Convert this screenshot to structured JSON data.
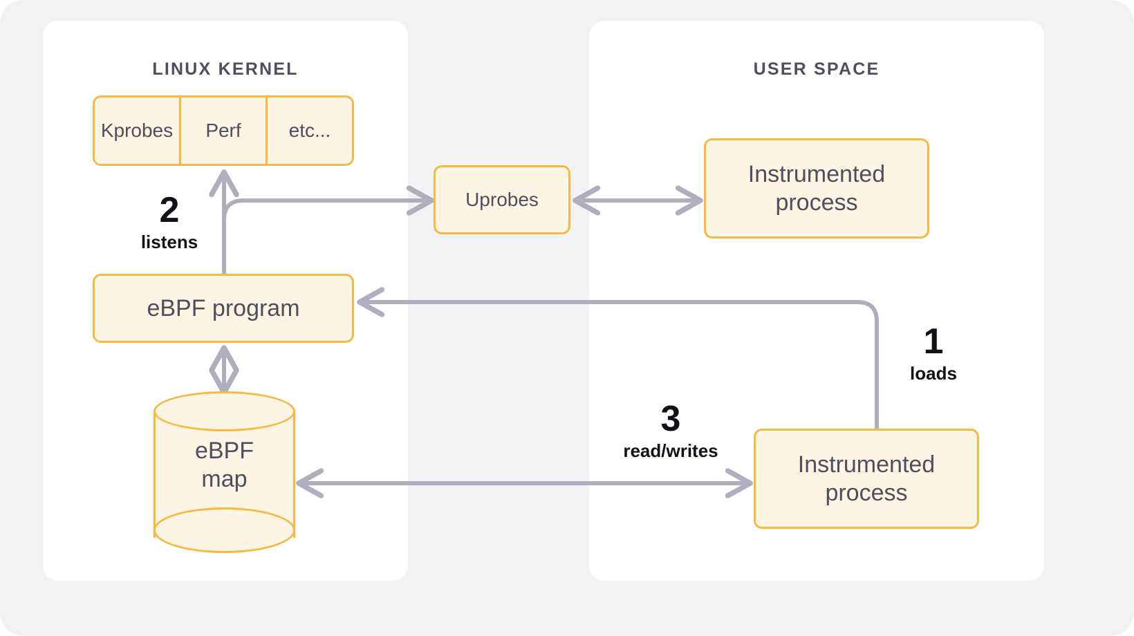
{
  "diagram": {
    "title_kernel": "LINUX KERNEL",
    "title_user": "USER SPACE",
    "colors": {
      "canvas_bg": "#f1f2f4",
      "panel_bg": "#ffffff",
      "node_fill": "#fdf5e3",
      "node_border": "#f5b944",
      "node_text": "#4e4e61",
      "arrow": "#aeaebe",
      "step_text": "#111118"
    }
  },
  "nodes": {
    "probes": {
      "cells": [
        {
          "label": "Kprobes"
        },
        {
          "label": "Perf"
        },
        {
          "label": "etc..."
        }
      ]
    },
    "uprobes": {
      "label": "Uprobes"
    },
    "ebpf_program": {
      "label": "eBPF program"
    },
    "ebpf_map": {
      "line1": "eBPF",
      "line2": "map"
    },
    "process_top": {
      "line1": "Instrumented",
      "line2": "process"
    },
    "process_bottom": {
      "line1": "Instrumented",
      "line2": "process"
    }
  },
  "steps": [
    {
      "number": "1",
      "caption": "loads"
    },
    {
      "number": "2",
      "caption": "listens"
    },
    {
      "number": "3",
      "caption": "read/writes"
    }
  ],
  "edges": [
    {
      "from": "ebpf-program",
      "to": "probes",
      "kind": "arrow-up",
      "step": "2"
    },
    {
      "from": "uprobes",
      "to": "ebpf-program-branch",
      "kind": "elbow-arrow",
      "step": "2"
    },
    {
      "from": "process-top",
      "to": "uprobes",
      "kind": "double-arrow"
    },
    {
      "from": "process-bottom",
      "to": "ebpf-program",
      "kind": "elbow-arrow",
      "step": "1"
    },
    {
      "from": "process-bottom",
      "to": "ebpf-map",
      "kind": "double-arrow",
      "step": "3"
    },
    {
      "from": "ebpf-program",
      "to": "ebpf-map",
      "kind": "double-arrow-vertical"
    }
  ]
}
